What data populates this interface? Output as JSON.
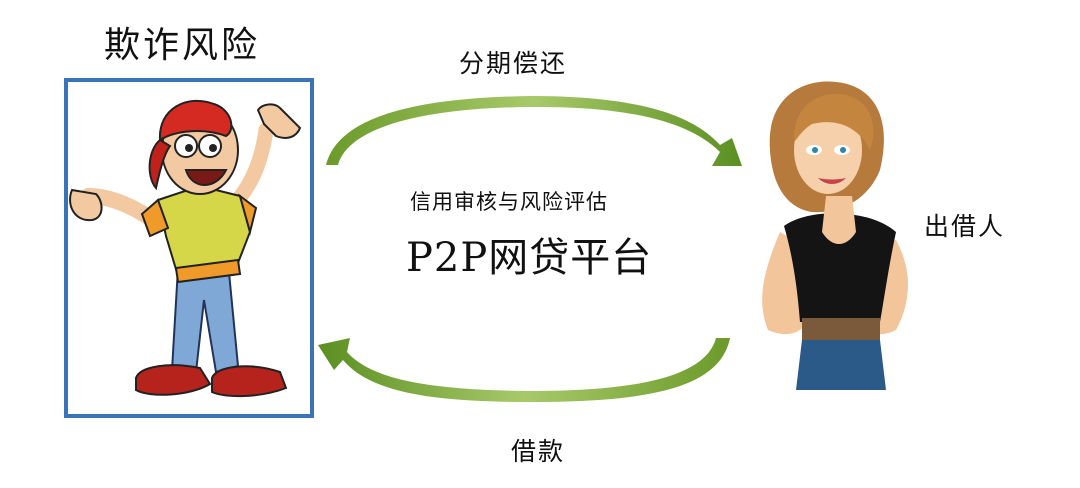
{
  "labels": {
    "fraud_risk": "欺诈风险",
    "repayment": "分期偿还",
    "credit_review": "信用审核与风险评估",
    "platform": "P2P网贷平台",
    "lender": "出借人",
    "loan": "借款"
  },
  "colors": {
    "frame": "#3a74b8",
    "arrow": "#7aaa34"
  }
}
